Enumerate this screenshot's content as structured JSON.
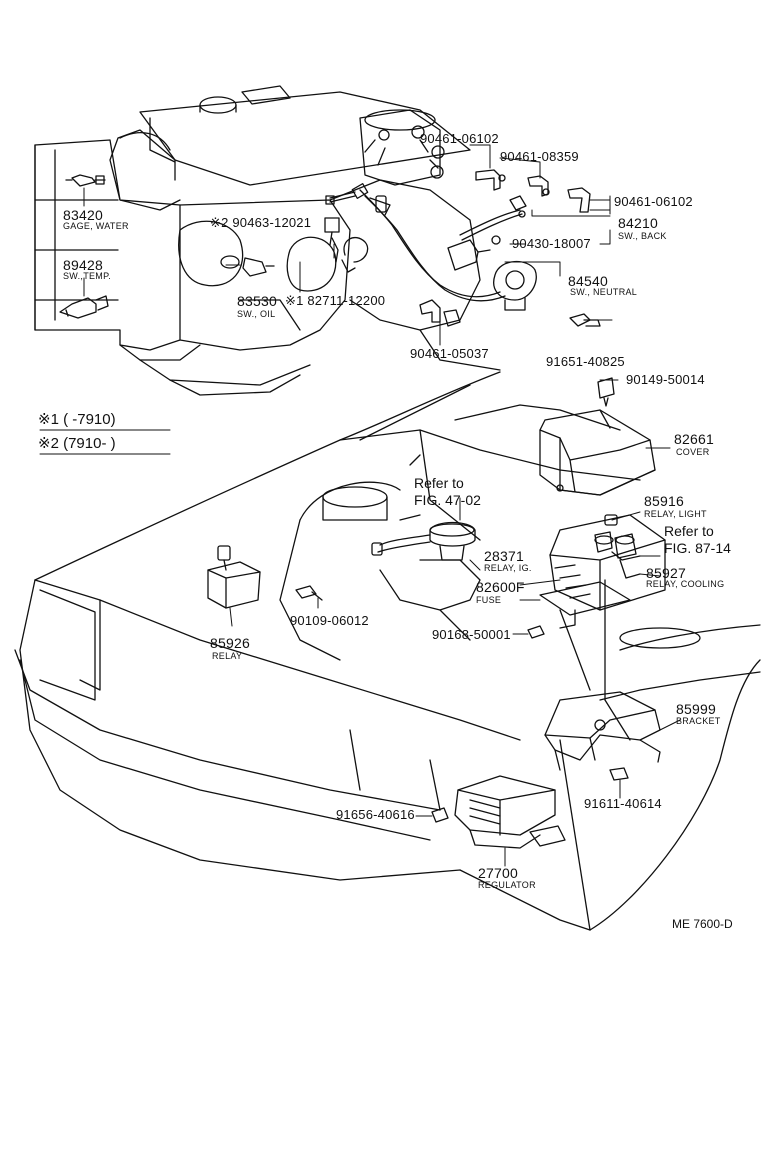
{
  "diagram": {
    "code": "ME 7600-D",
    "notes": {
      "n1": "※1 (      -7910)",
      "n2": "※2 (7910-         )"
    },
    "parts": {
      "p90461_06102_a": "90461-06102",
      "p90461_08359": "90461-08359",
      "p90461_06102_b": "90461-06102",
      "p84210": "84210",
      "p84210_desc": "SW., BACK",
      "p90430": "90430-18007",
      "p84540": "84540",
      "p84540_desc": "SW., NEUTRAL",
      "p83420": "83420",
      "p83420_desc": "GAGE, WATER",
      "p89428": "89428",
      "p89428_desc": "SW.,TEMP.",
      "p90463": "※2 90463-12021",
      "p83530": "83530",
      "p82711": "※1 82711-12200",
      "p83530_desc": "SW., OIL",
      "p90461_05037": "90461-05037",
      "p91651": "91651-40825",
      "p90149": "90149-50014",
      "p82661": "82661",
      "p82661_desc": "COVER",
      "ref1a": "Refer to",
      "ref1b": "FIG. 47-02",
      "p85916": "85916",
      "p85916_desc": "RELAY, LIGHT",
      "ref2a": "Refer to",
      "ref2b": "FIG. 87-14",
      "p28371": "28371",
      "p28371_desc": "RELAY, IG.",
      "p85927": "85927",
      "p85927_desc": "RELAY, COOLING",
      "p82600f": "82600F",
      "p82600f_desc": "FUSE",
      "p90109": "90109-06012",
      "p85926": "85926",
      "p85926_desc": "RELAY",
      "p90168": "90168-50001",
      "p85999": "85999",
      "p85999_desc": "BRACKET",
      "p91611": "91611-40614",
      "p91656": "91656-40616",
      "p27700": "27700",
      "p27700_desc": "REGULATOR"
    }
  }
}
